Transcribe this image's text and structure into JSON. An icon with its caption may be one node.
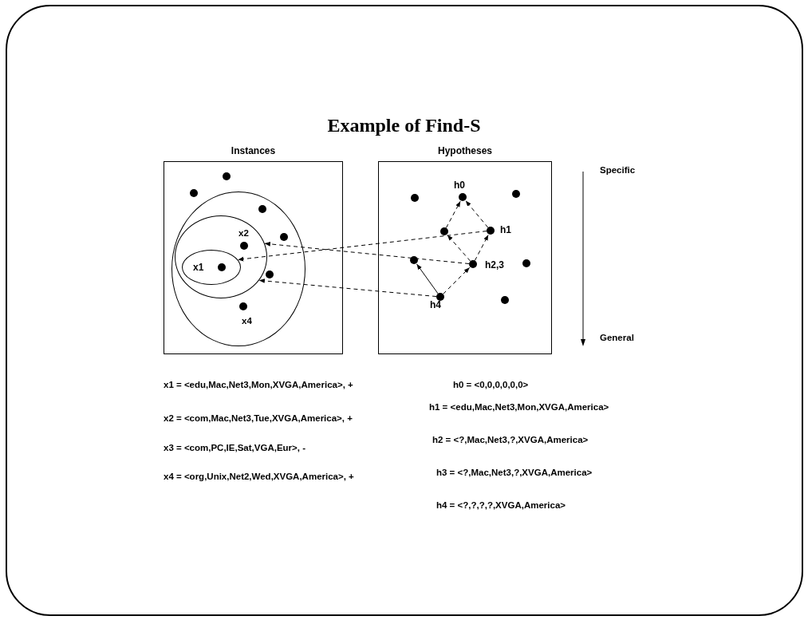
{
  "diagram": {
    "title": "Example of Find-S",
    "nodes": [
      {
        "text": [
          "Instances"
        ]
      },
      {
        "text": [],
        "shape": "ellipse",
        "in": 0
      },
      {
        "text": [],
        "shape": "ellipse",
        "in": 1
      },
      {
        "text": [
          "x1"
        ],
        "in": 2
      },
      {
        "text": [
          "Hypotheses"
        ]
      },
      {
        "text": [],
        "shape": "circle",
        "in": 4,
        "beside": [
          "h0"
        ]
      },
      {
        "text": [],
        "shape": "circle",
        "in": 4
      },
      {
        "text": [],
        "shape": "circle",
        "in": 4,
        "beside": [
          "h1"
        ]
      },
      {
        "text": [],
        "shape": "circle",
        "in": 4
      },
      {
        "text": [],
        "shape": "circle",
        "in": 4,
        "beside": [
          "h2,3"
        ]
      },
      {
        "text": [],
        "shape": "circle",
        "in": 4,
        "beside": [
          "h4"
        ]
      }
    ],
    "edges": [
      {
        "from": 7,
        "to": 5,
        "arrow": "to",
        "style": "dashed"
      },
      {
        "from": 6,
        "to": 5,
        "arrow": "to",
        "style": "dashed"
      },
      {
        "from": 9,
        "to": 6,
        "arrow": "to",
        "style": "dashed"
      },
      {
        "from": 9,
        "to": 7,
        "arrow": "to",
        "style": "dashed"
      },
      {
        "from": 10,
        "to": 9,
        "arrow": "to",
        "style": "dashed"
      },
      {
        "from": 10,
        "to": 8,
        "arrow": "to"
      },
      {
        "from": 7,
        "to": 3,
        "arrow": "to",
        "style": "dashed"
      },
      {
        "from": 9,
        "to": 2,
        "arrow": "to",
        "style": "dashed"
      },
      {
        "from": 10,
        "to": 2,
        "arrow": "to",
        "style": "dashed"
      }
    ],
    "labels": [
      "x2",
      "x4",
      "Specific",
      "General",
      "x1 =  <edu,Mac,Net3,Mon,XVGA,America>, +",
      "x2 = <com,Mac,Net3,Tue,XVGA,America>, +",
      "x3 = <com,PC,IE,Sat,VGA,Eur>, -",
      "x4 = <org,Unix,Net2,Wed,XVGA,America>, +",
      "h0 = <0,0,0,0,0,0>",
      "h1 = <edu,Mac,Net3,Mon,XVGA,America>",
      "h2 = <?,Mac,Net3,?,XVGA,America>",
      "h3 = <?,Mac,Net3,?,XVGA,America>",
      "h4 = <?,?,?,?,XVGA,America>"
    ]
  }
}
